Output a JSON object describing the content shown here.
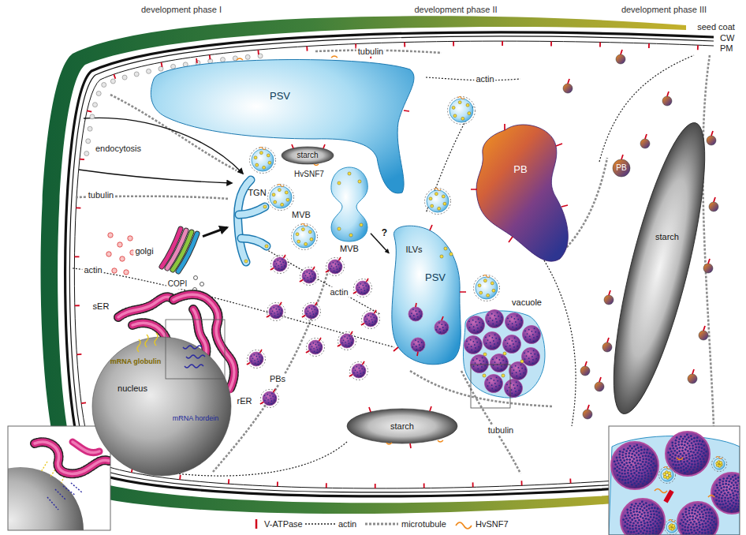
{
  "diagram": {
    "nodes": [
      {
        "text": [
          "PSV"
        ]
      },
      {
        "text": [
          "starch"
        ]
      },
      {
        "text": [
          "TGN"
        ]
      },
      {
        "text": [
          "MVB"
        ]
      },
      {
        "text": [
          "PB"
        ]
      },
      {
        "text": [
          "PB"
        ]
      },
      {
        "text": [
          "golgi"
        ]
      },
      {
        "text": [
          "ILVs",
          "PSV"
        ]
      },
      {
        "text": [
          "sER",
          "rER"
        ]
      },
      {
        "text": [
          "vacuole"
        ]
      },
      {
        "text": [
          "mRNA globulin",
          "nucleus",
          "mRNA hordein"
        ]
      },
      {
        "text": [
          "starch"
        ]
      },
      {
        "text": [
          "starch"
        ]
      }
    ],
    "edges": [
      {
        "from": 6,
        "to": 2,
        "arrow": "to"
      },
      {
        "from": 3,
        "to": 7,
        "arrow": "to",
        "label": "?"
      }
    ],
    "labels": [
      "development phase I",
      "development phase II",
      "development phase III",
      "seed coat",
      "CW",
      "PM",
      "tubulin",
      "actin",
      "HvSNF7",
      "endocytosis",
      "MVB",
      "tubulin",
      "COPI",
      "actin",
      "actin",
      "PBs",
      "tubulin"
    ],
    "legend": [
      {
        "text": "V-ATPase"
      },
      {
        "text": "actin"
      },
      {
        "text": "microtubule"
      },
      {
        "text": "HvSNF7"
      }
    ]
  }
}
